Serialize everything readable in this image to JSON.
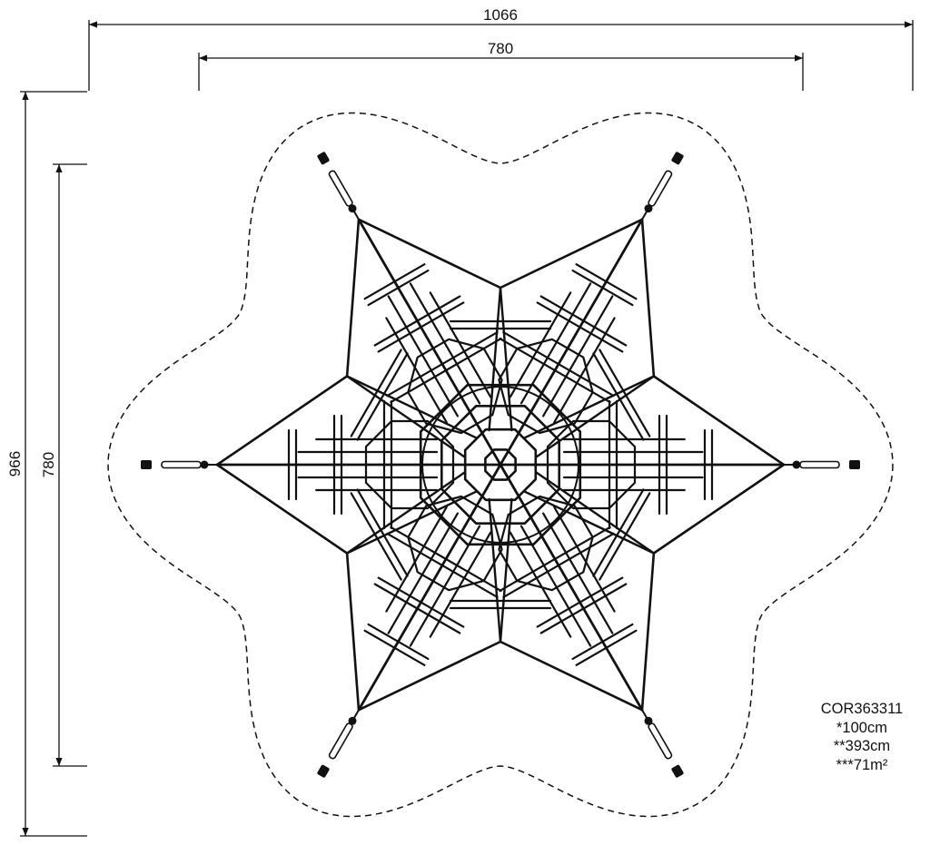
{
  "dimensions": {
    "outer_width": "1066",
    "inner_width": "780",
    "outer_height": "966",
    "inner_height": "780"
  },
  "product": {
    "code": "COR363311",
    "height": "*100cm",
    "free_fall": "**393cm",
    "area": "***71m²"
  },
  "colors": {
    "line": "#111111",
    "background": "#ffffff"
  }
}
